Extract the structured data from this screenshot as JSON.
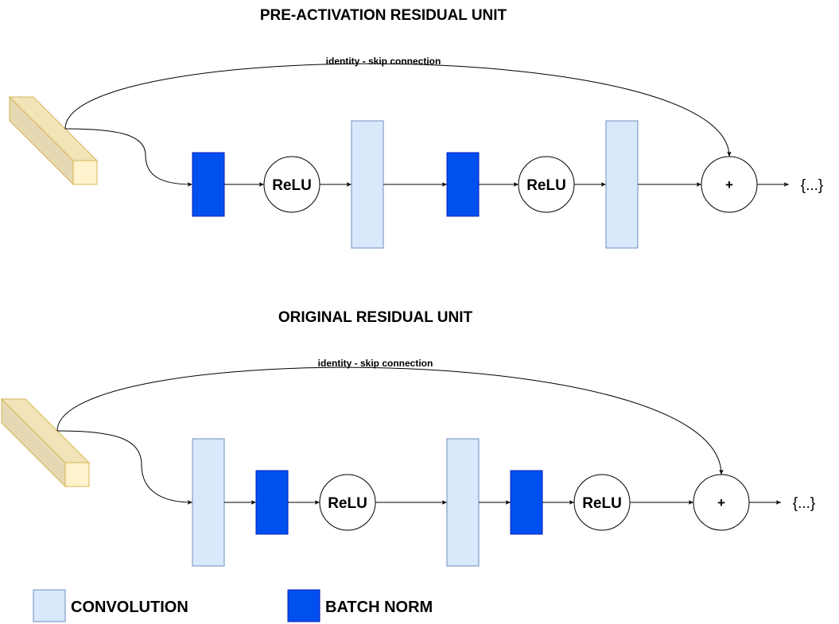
{
  "diagrams": [
    {
      "title": "PRE-ACTIVATION RESIDUAL UNIT",
      "skip_label": "identity - skip connection",
      "blocks": [
        "batch-norm",
        "relu",
        "convolution",
        "batch-norm",
        "relu",
        "convolution"
      ],
      "relu_label": "ReLU",
      "add_label": "+",
      "output_label": "{...}"
    },
    {
      "title": "ORIGINAL RESIDUAL UNIT",
      "skip_label": "identity - skip connection",
      "blocks": [
        "convolution",
        "batch-norm",
        "relu",
        "convolution",
        "batch-norm",
        "relu"
      ],
      "relu_label": "ReLU",
      "add_label": "+",
      "output_label": "{...}"
    }
  ],
  "legend": {
    "convolution": "CONVOLUTION",
    "batch_norm": "BATCH NORM"
  },
  "colors": {
    "convolution_fill": "#dae8fc",
    "convolution_stroke": "#6c8ebf",
    "batch_norm_fill": "#0050ef",
    "batch_norm_stroke": "#001dbc",
    "input_tensor_fill": "#fff2cc",
    "input_tensor_stroke": "#d6b656"
  }
}
